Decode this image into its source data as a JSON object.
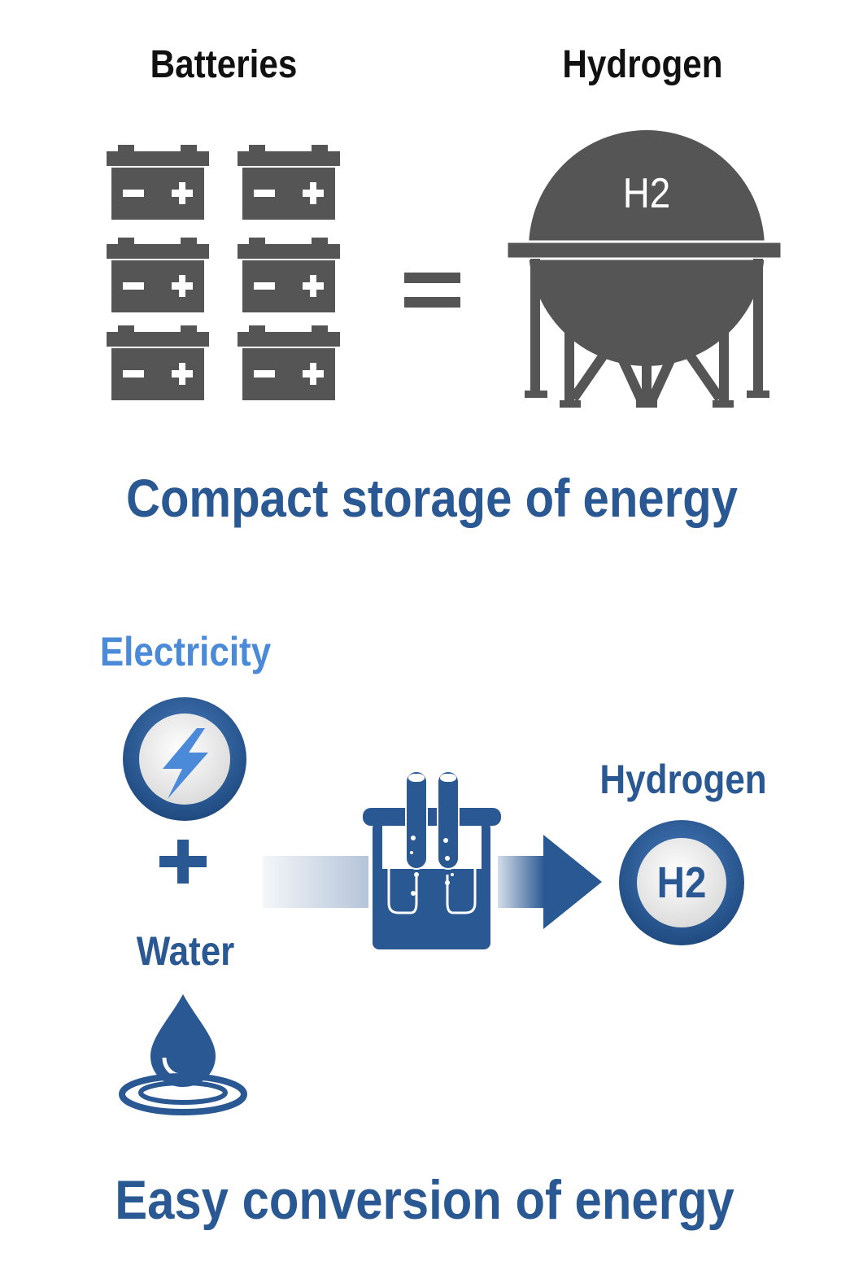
{
  "top": {
    "left_label": "Batteries",
    "right_label": "Hydrogen",
    "tank_label": "H2",
    "caption": "Compact storage of energy"
  },
  "bottom": {
    "input1_label": "Electricity",
    "input2_label": "Water",
    "output_label": "Hydrogen",
    "output_badge": "H2",
    "caption": "Easy conversion of energy"
  },
  "colors": {
    "gray": "#555555",
    "blue": "#2a5893",
    "light_blue": "#4a8ad8"
  }
}
